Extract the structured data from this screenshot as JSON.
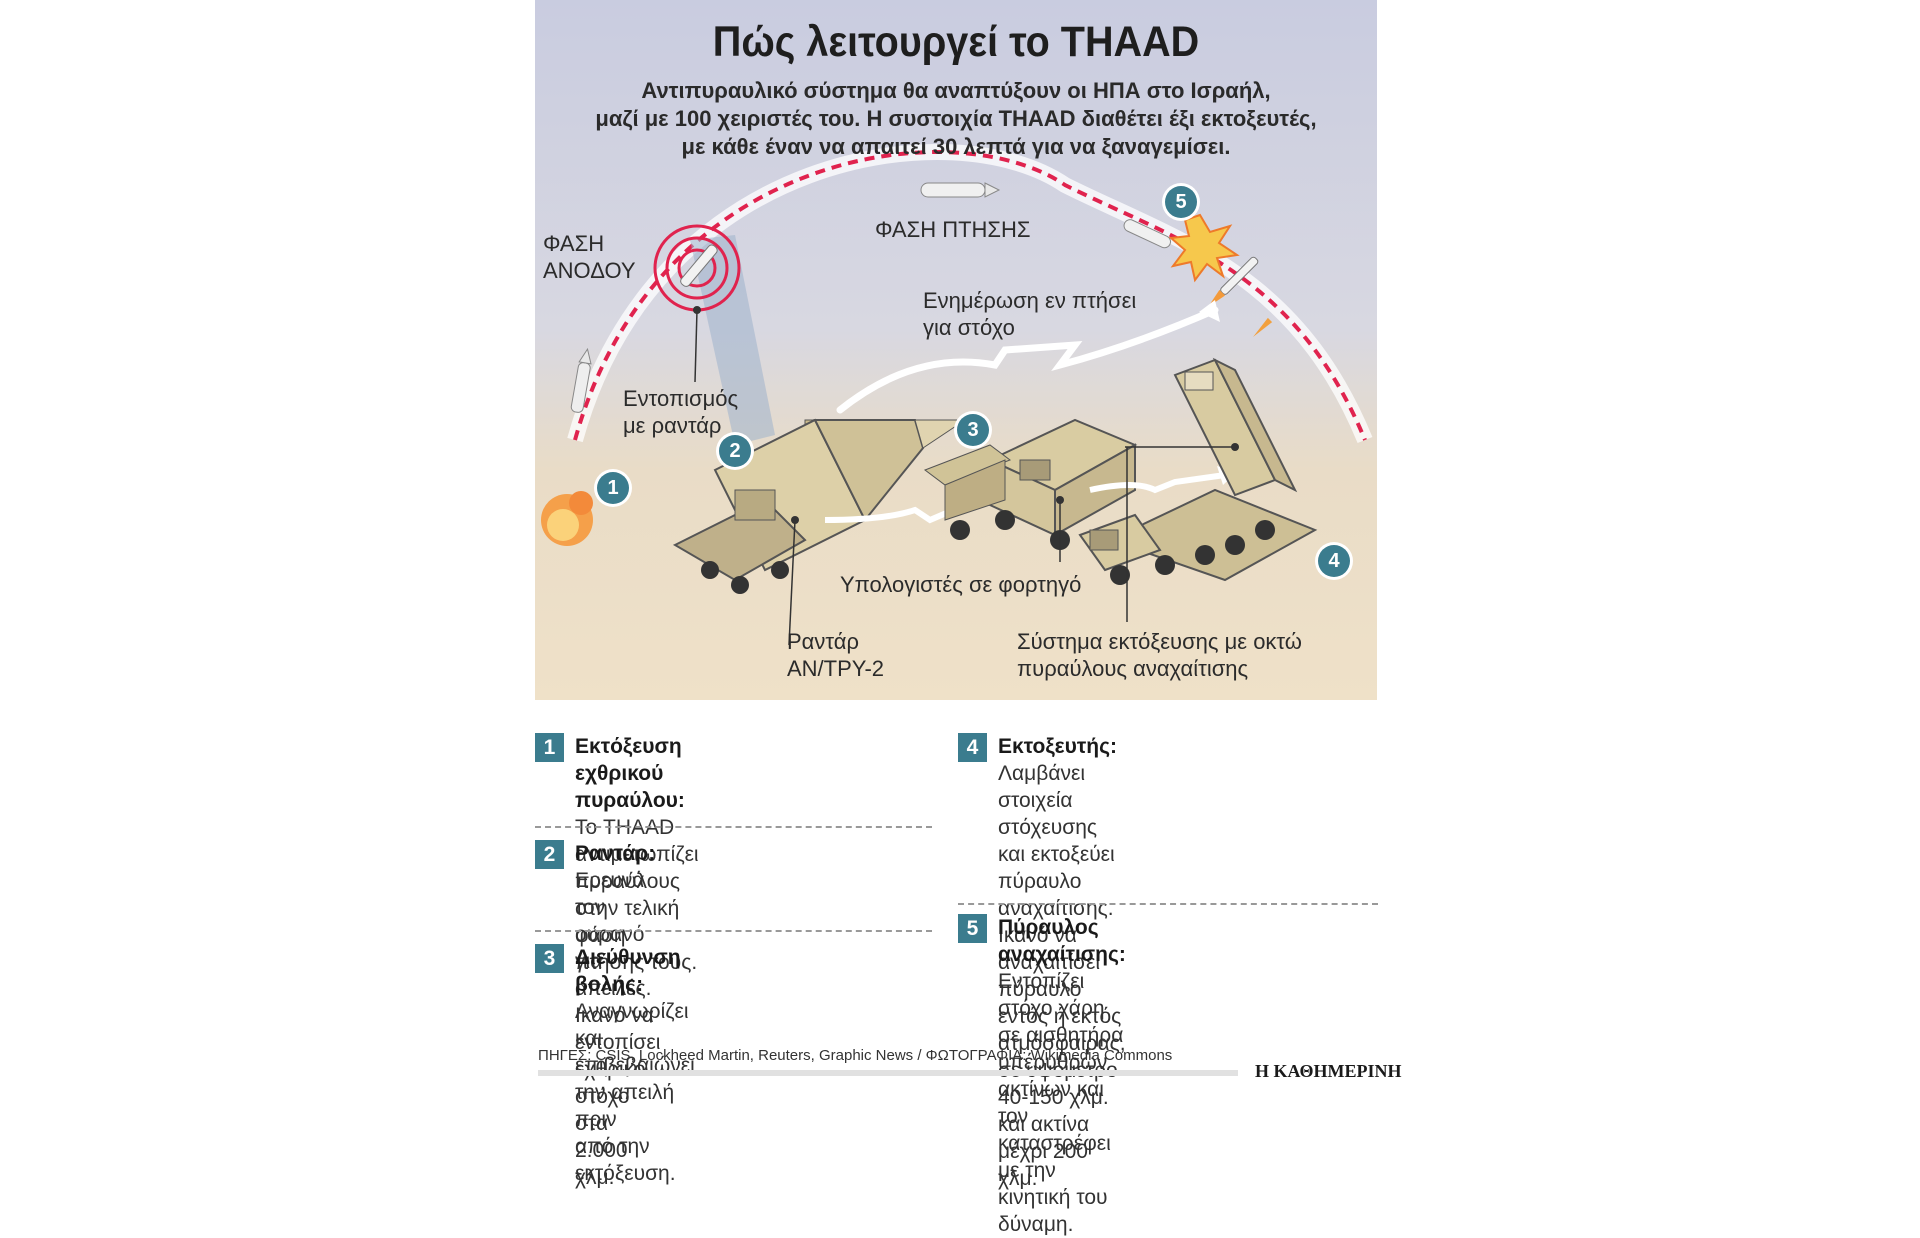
{
  "title": "Πώς λειτουργεί το THAAD",
  "subtitle": [
    "Αντιπυραυλικό σύστημα θα αναπτύξουν οι ΗΠΑ στο Ισραήλ,",
    "μαζί με 100 χειριστές του. Η συστοιχία THAAD διαθέτει έξι εκτοξευτές,",
    "με κάθε έναν να απαιτεί 30 λεπτά για να ξαναγεμίσει."
  ],
  "diagram_labels": {
    "ascent_phase": [
      "ΦΑΣΗ",
      "ΑΝΟΔΟΥ"
    ],
    "flight_phase": "ΦΑΣΗ ΠΤΗΣΗΣ",
    "radar_detection": [
      "Εντοπισμός",
      "με ραντάρ"
    ],
    "in_flight_update": [
      "Ενημέρωση εν πτήσει",
      "για στόχο"
    ],
    "truck_computers": "Υπολογιστές σε φορτηγό",
    "radar_model": [
      "Ραντάρ",
      "AN/TPY-2"
    ],
    "launcher_system": [
      "Σύστημα εκτόξευσης με οκτώ",
      "πυραύλους αναχαίτισης"
    ]
  },
  "badges": [
    "1",
    "2",
    "3",
    "4",
    "5"
  ],
  "legend": [
    {
      "num": "1",
      "title": "Εκτόξευση εχθρικού πυραύλου:",
      "lines": [
        "Το THAAD αντιμετωπίζει πυραύλους",
        "στην τελική φάση πτήσης τους."
      ]
    },
    {
      "num": "2",
      "title": "Ραντάρ:",
      "lines": [
        "Ερευνά τον ουρανό για",
        "απειλές. Ικανό να εντοπίσει εχθρικό",
        "στόχο στα 2.000 χλμ."
      ]
    },
    {
      "num": "3",
      "title": "Διεύθυνση βολής:",
      "lines": [
        "Αναγνωρίζει",
        "και επιβεβαιώνει την απειλή πριν",
        "από την εκτόξευση."
      ]
    },
    {
      "num": "4",
      "title": "Εκτοξευτής:",
      "lines": [
        "Λαμβάνει στοιχεία",
        "στόχευσης και εκτοξεύει πύραυλο",
        "αναχαίτισης. Ικανό να αναχαιτίσει",
        "πύραυλο εντός ή εκτός ατμόσφαιρας,",
        "σε υψόμετρο 40-150 χλμ. και ακτίνα",
        "μέχρι 200 χλμ."
      ]
    },
    {
      "num": "5",
      "title": "Πύραυλος αναχαίτισης:",
      "lines": [
        "Εντοπίζει",
        "στόχο χάρη σε αισθητήρα υπέρυθρων",
        "ακτίνων και τον καταστρέφει με την",
        "κινητική του δύναμη."
      ]
    }
  ],
  "source": "ΠΗΓΕΣ: CSIS, Lockheed Martin, Reuters, Graphic News / ΦΩΤΟΓΡΑΦΙΑ: Wikimedia Commons",
  "brand": "Η ΚΑΘΗΜΕΡΙΝΗ",
  "colors": {
    "accent": "#3b7c8e",
    "trajectory": "#e0234e",
    "sky": "#c9cce0",
    "ground": "#efe1c8"
  }
}
